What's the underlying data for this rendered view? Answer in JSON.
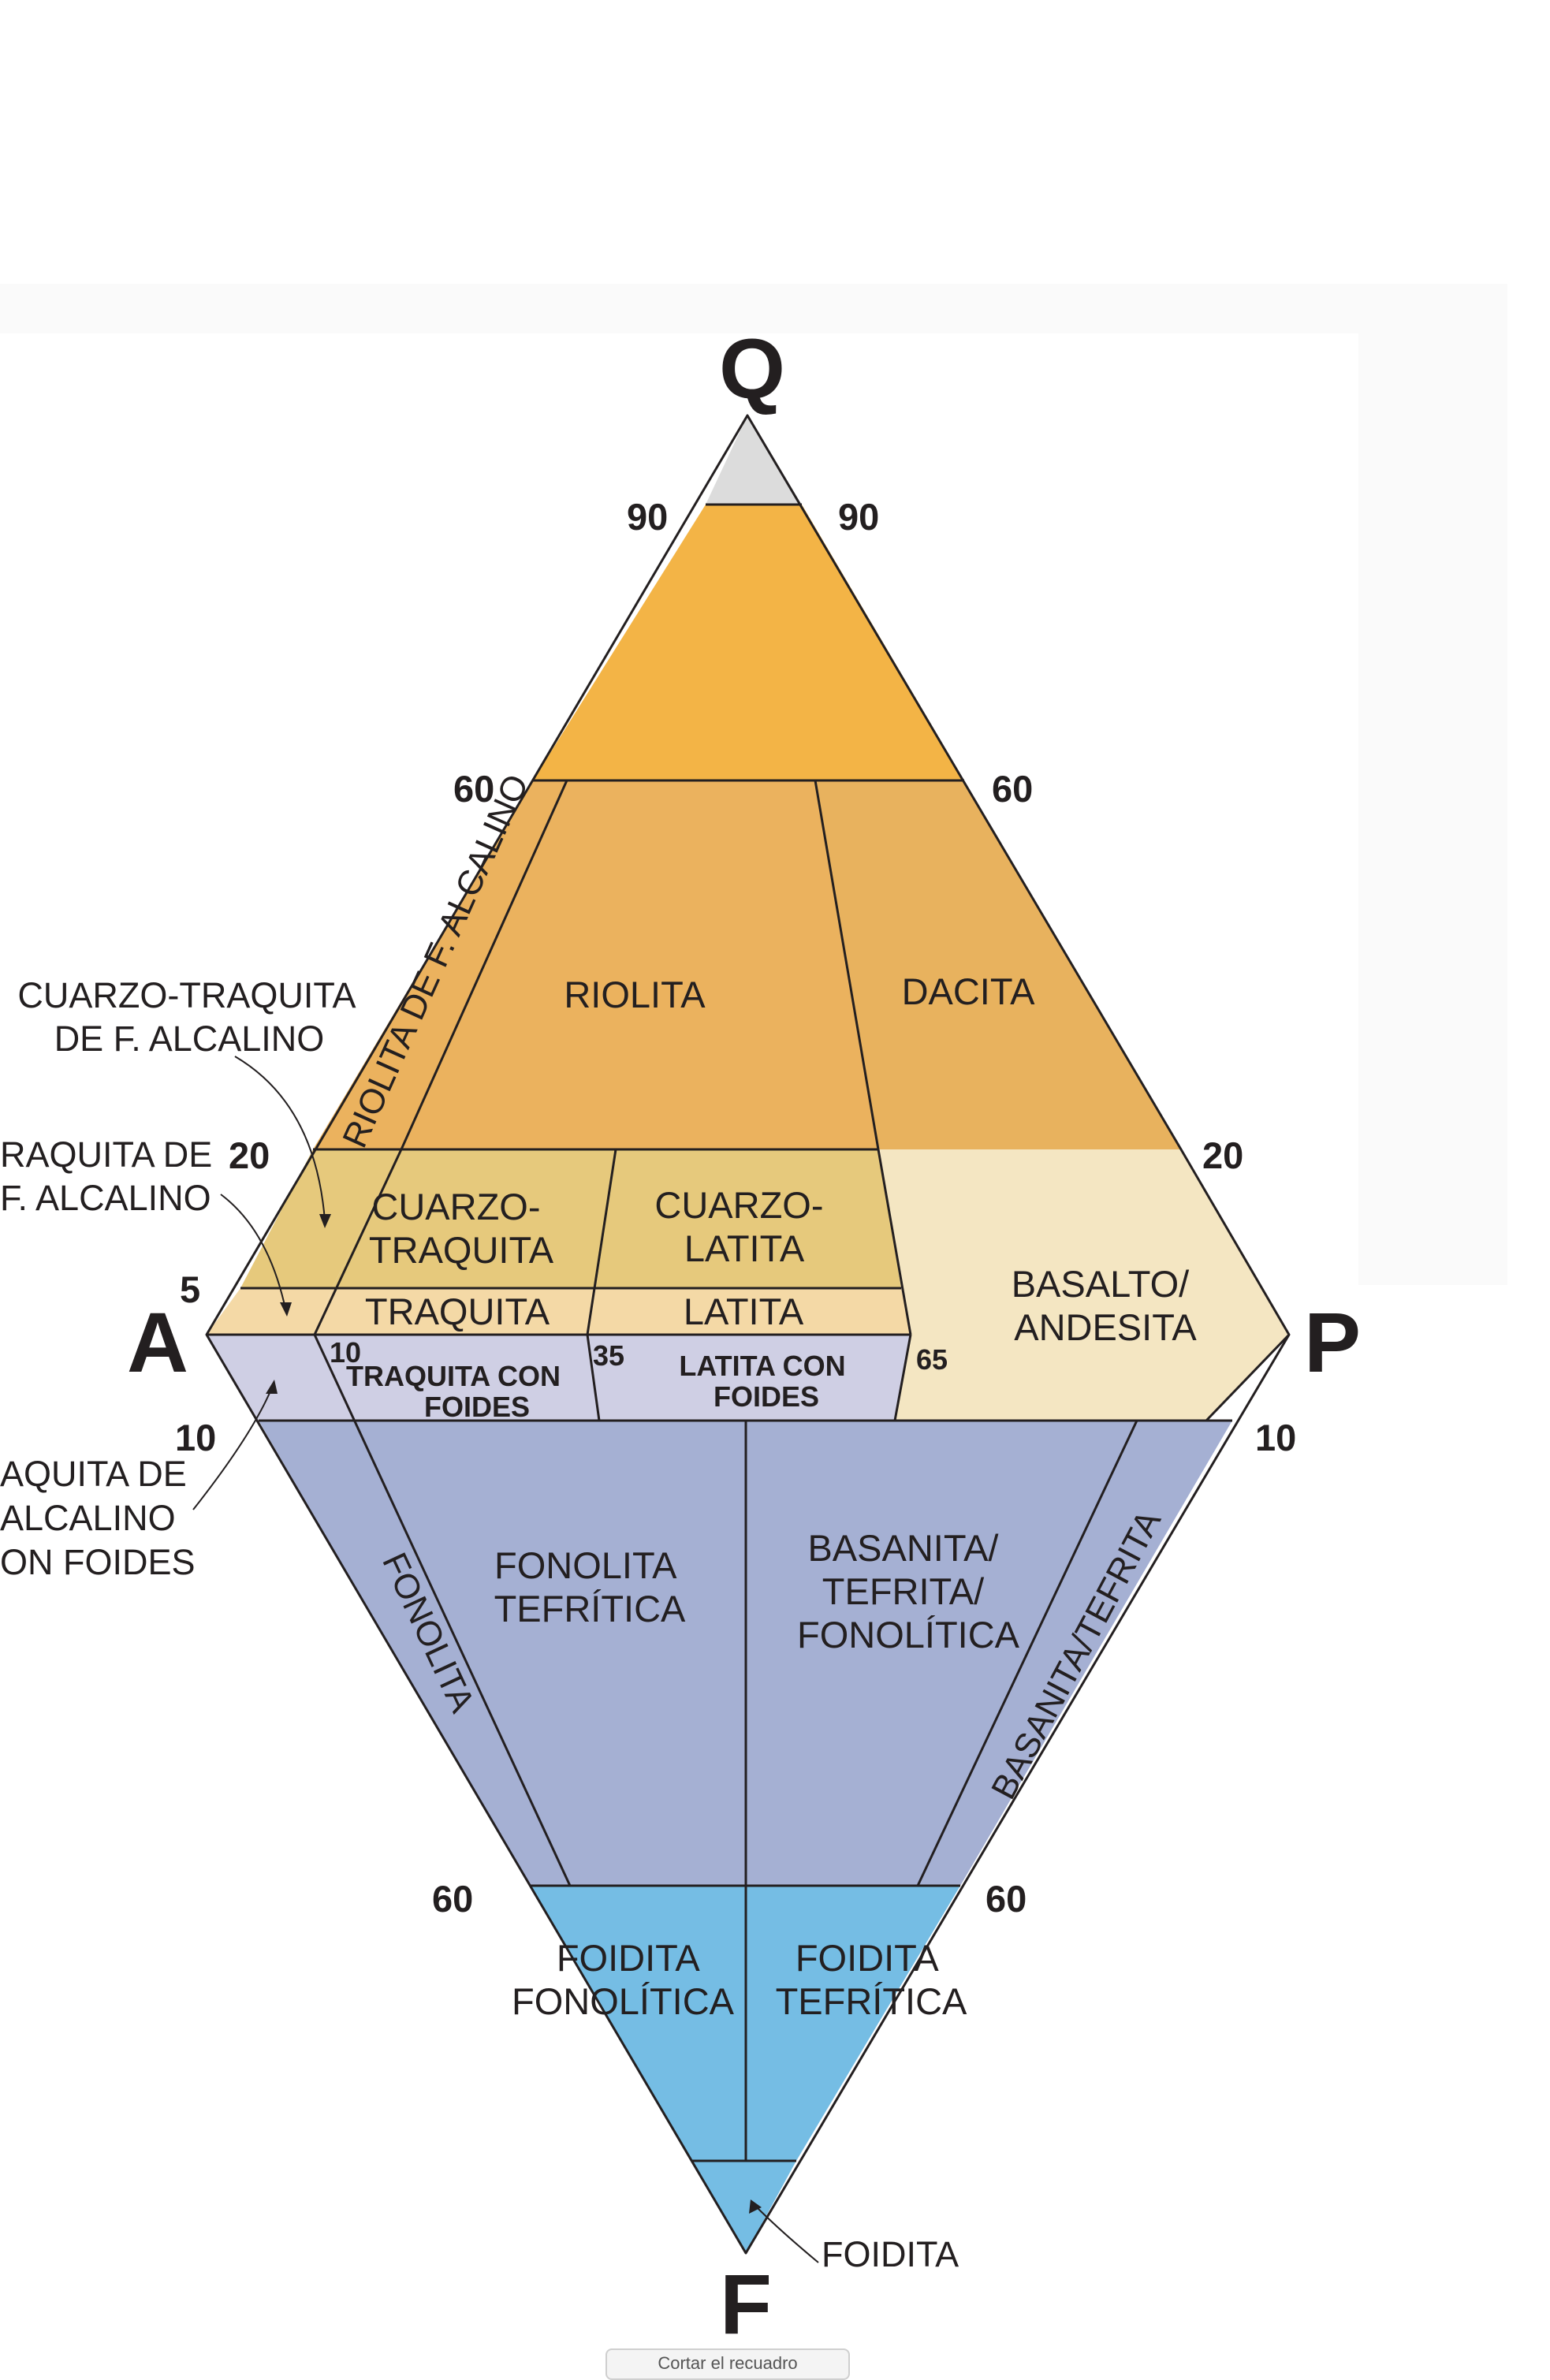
{
  "corners": {
    "q": "Q",
    "a": "A",
    "p": "P",
    "f": "F"
  },
  "ticks": {
    "q90_left": "90",
    "q90_right": "90",
    "q60_left": "60",
    "q60_right": "60",
    "q20_left": "20",
    "q20_right": "20",
    "q5_left": "5",
    "f10_left": "10",
    "f10_right": "10",
    "f60_left": "60",
    "f60_right": "60",
    "ap10": "10",
    "ap35": "35",
    "ap65": "65"
  },
  "fields": {
    "riolita_alcalino": "RIOLITA DE F. ALCALINO",
    "riolita": "RIOLITA",
    "dacita": "DACITA",
    "cuarzo_traquita": [
      "CUARZO-",
      "TRAQUITA"
    ],
    "cuarzo_latita": [
      "CUARZO-",
      "LATITA"
    ],
    "traquita": "TRAQUITA",
    "latita": "LATITA",
    "basalto_andesita": [
      "BASALTO/",
      "ANDESITA"
    ],
    "traquita_con_foides": [
      "TRAQUITA CON",
      "FOIDES"
    ],
    "latita_con_foides": [
      "LATITA CON",
      "FOIDES"
    ],
    "fonolita": "FONOLITA",
    "fonolita_tefritica": [
      "FONOLITA",
      "TEFRÍTICA"
    ],
    "basanita_tefrita_fonolitica": [
      "BASANITA/",
      "TEFRITA/",
      "FONOLÍTICA"
    ],
    "basanita_tefrita": "BASANITA/TEFRITA",
    "foidita_fonolitica": [
      "FOIDITA",
      "FONOLÍTICA"
    ],
    "foidita_tefritica": [
      "FOIDITA",
      "TEFRÍTICA"
    ]
  },
  "callouts": {
    "cuarzo_traquita_alcalino": [
      "CUARZO-TRAQUITA",
      "DE F. ALCALINO"
    ],
    "traquita_alcalino": [
      "RAQUITA DE",
      "F. ALCALINO"
    ],
    "traquita_alcalino_foides": [
      "AQUITA DE",
      "ALCALINO",
      "ON FOIDES"
    ],
    "foidita": "FOIDITA"
  },
  "bottom_tab": "Cortar el recuadro"
}
